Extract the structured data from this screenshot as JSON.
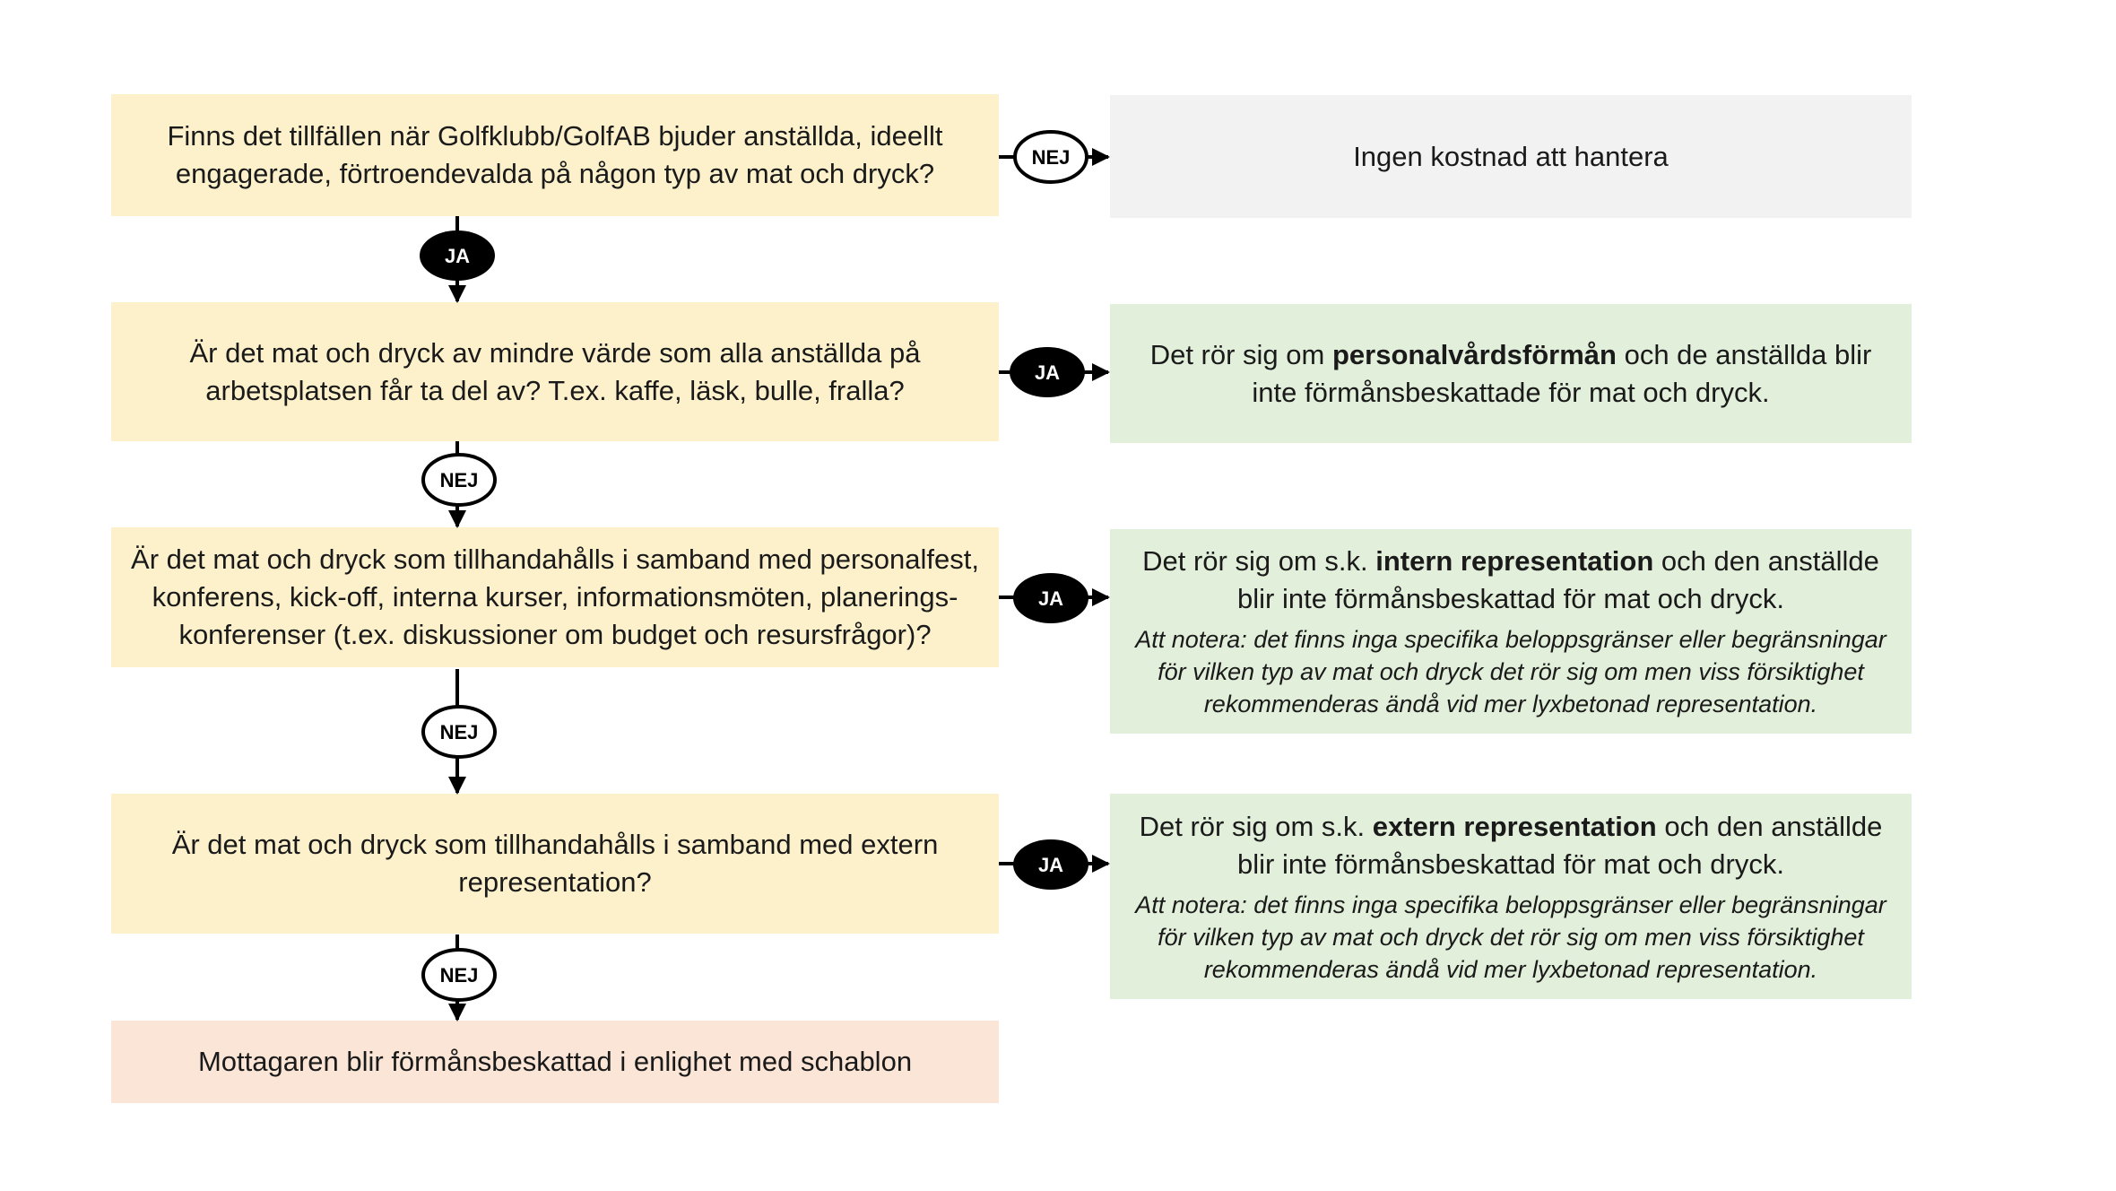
{
  "questions": [
    {
      "text": "Finns det tillfällen när Golfklubb/GolfAB bjuder anställda, ideellt engagerade, förtroendevalda på någon typ av mat och dryck?"
    },
    {
      "text": "Är det mat och dryck av mindre värde som alla anställda på arbetsplatsen får ta del av? T.ex. kaffe, läsk, bulle, fralla?"
    },
    {
      "text": "Är det mat och dryck som tillhandahålls i samband med personalfest, konferens, kick-off, interna kurser, informationsmöten, planerings-konferenser (t.ex. diskussioner om budget och resursfrågor)?"
    },
    {
      "text": "Är det mat och dryck som tillhandahålls i samband med extern representation?"
    }
  ],
  "outcomes": {
    "no_cost": "Ingen kostnad att hantera",
    "staff_benefit": {
      "pre": "Det rör sig om ",
      "bold": "personalvårdsförmån",
      "post": " och de anställda blir inte förmånsbeskattade för mat och dryck."
    },
    "internal_rep": {
      "pre": "Det rör sig om s.k. ",
      "bold": "intern representation",
      "post": " och den anställde blir inte förmånsbeskattad för mat och dryck.",
      "note": "Att notera: det finns inga specifika beloppsgränser eller begränsningar för vilken typ av mat och dryck det rör sig om men viss försiktighet rekommenderas ändå vid mer lyxbetonad representation."
    },
    "external_rep": {
      "pre": "Det rör sig om s.k. ",
      "bold": "extern representation",
      "post": " och den anställde blir inte förmånsbeskattad för mat och dryck.",
      "note": "Att notera: det finns inga specifika beloppsgränser eller begränsningar för vilken typ av mat och dryck det rör sig om men viss försiktighet rekommenderas ändå vid mer lyxbetonad representation."
    },
    "taxed": "Mottagaren blir förmånsbeskattad i enlighet med schablon"
  },
  "labels": {
    "yes": "JA",
    "no": "NEJ"
  }
}
